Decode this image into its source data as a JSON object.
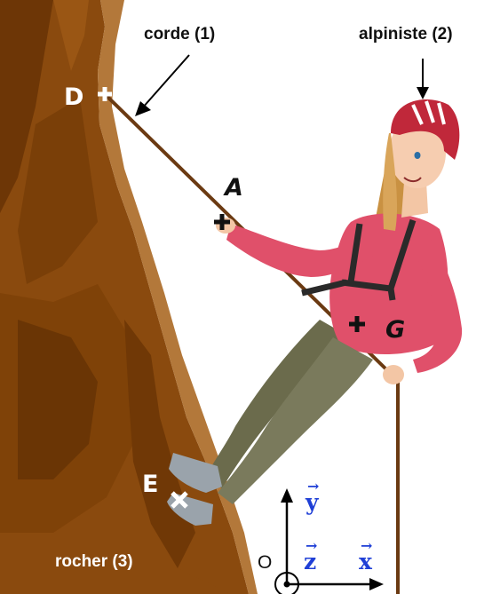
{
  "labels": {
    "rope": "corde (1)",
    "climber": "alpiniste (2)",
    "rock": "rocher (3)"
  },
  "points": {
    "D": "D",
    "A": "A",
    "G": "G",
    "E": "E",
    "O": "O"
  },
  "axes": {
    "x": "x",
    "y": "y",
    "z": "z",
    "arrow": "→"
  },
  "colors": {
    "rock_dark": "#7a3f08",
    "rock_mid": "#955010",
    "rock_light": "#b3783a",
    "rope": "#6b3a12",
    "shirt": "#e0506a",
    "pants": "#7a7a5c",
    "helmet": "#c0283a",
    "hair": "#d9a55a",
    "axis_label": "#1f3fd6"
  }
}
